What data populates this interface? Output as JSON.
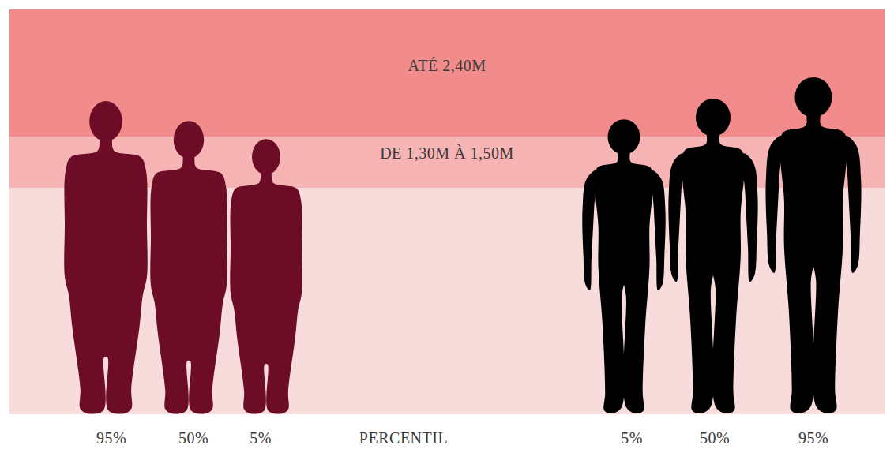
{
  "diagram": {
    "nodes": [
      {
        "text": [
          "ATÉ 2,40M"
        ]
      },
      {
        "text": [
          "DE 1,30M À 1,50M"
        ]
      }
    ],
    "labels": [
      "95%",
      "50%",
      "5%",
      "PERCENTIL",
      "5%",
      "50%",
      "95%"
    ]
  }
}
